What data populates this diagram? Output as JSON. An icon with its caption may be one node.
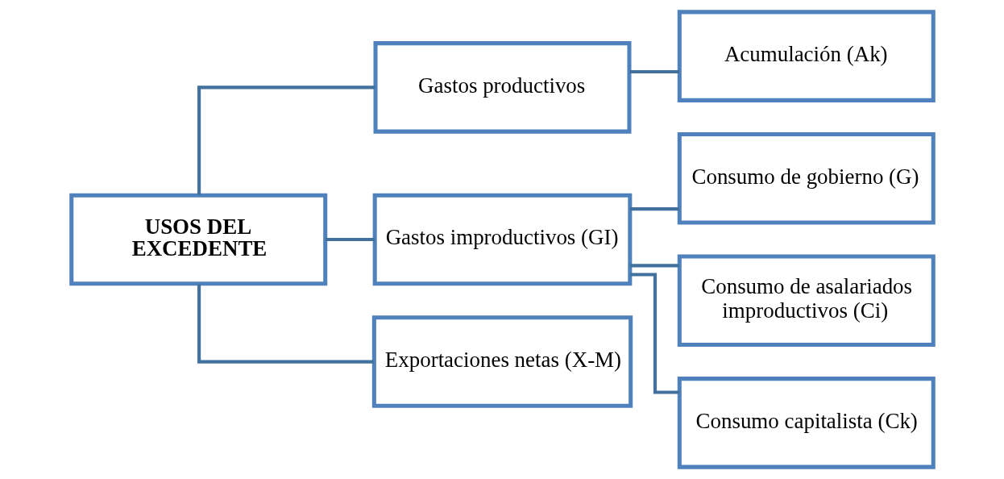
{
  "diagram": {
    "nodes": [
      {
        "text": [
          "USOS DEL EXCEDENTE"
        ]
      },
      {
        "text": [
          "Gastos productivos"
        ]
      },
      {
        "text": [
          "Gastos improductivos (GI)"
        ]
      },
      {
        "text": [
          "Exportaciones netas (X-M)"
        ]
      },
      {
        "text": [
          "Acumulación (Ak)"
        ]
      },
      {
        "text": [
          "Consumo de gobierno (G)"
        ]
      },
      {
        "text": [
          "Consumo de asalariados improductivos (Ci)"
        ]
      },
      {
        "text": [
          "Consumo capitalista (Ck)"
        ]
      }
    ],
    "edges": [
      {
        "from": 0,
        "to": 1,
        "arrow": "none"
      },
      {
        "from": 0,
        "to": 2,
        "arrow": "none"
      },
      {
        "from": 0,
        "to": 3,
        "arrow": "none"
      },
      {
        "from": 1,
        "to": 4,
        "arrow": "none"
      },
      {
        "from": 2,
        "to": 5,
        "arrow": "none"
      },
      {
        "from": 2,
        "to": 6,
        "arrow": "none"
      },
      {
        "from": 2,
        "to": 7,
        "arrow": "none"
      }
    ]
  }
}
